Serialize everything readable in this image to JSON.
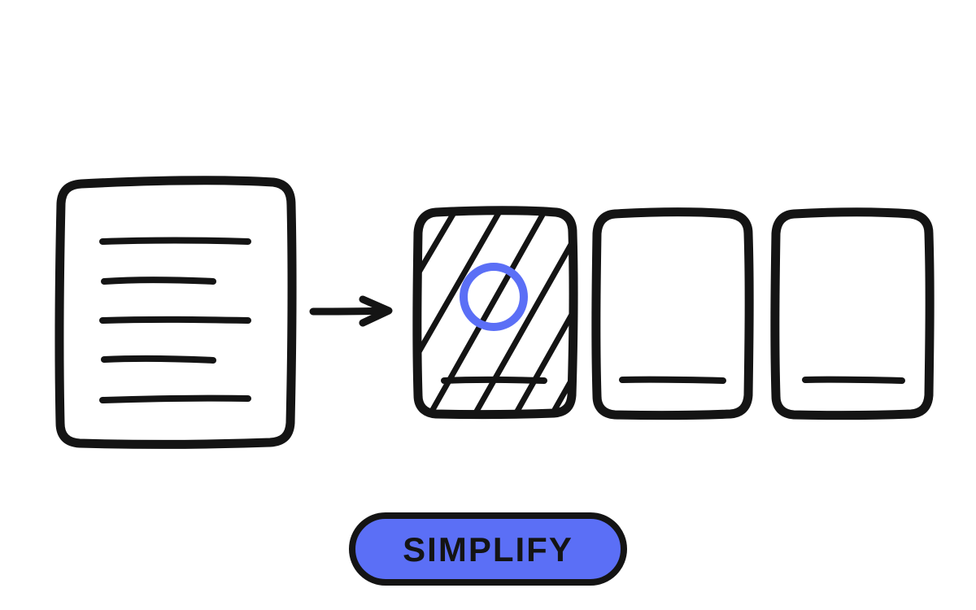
{
  "button": {
    "label": "SIMPLIFY"
  },
  "colors": {
    "ink": "#141414",
    "accent": "#5b6ff6",
    "background": "#ffffff"
  },
  "icons": {
    "source": "document-icon",
    "connector": "arrow-right-icon",
    "focus_marker": "circle-icon"
  },
  "diagram": {
    "source_text_lines": 5,
    "card_count": 3,
    "selected_card": 1
  }
}
